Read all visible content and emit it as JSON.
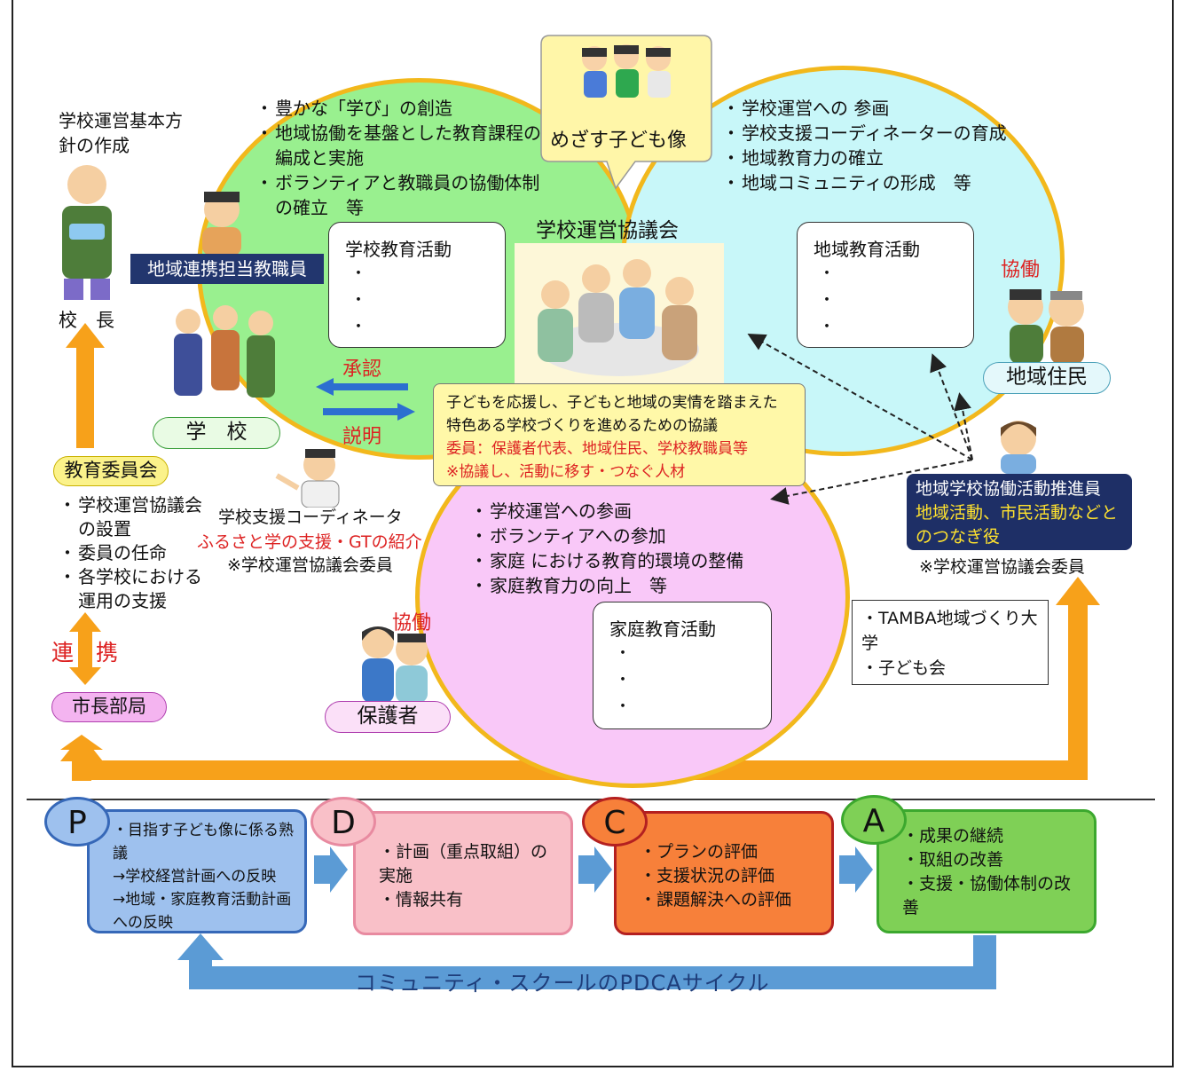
{
  "school_circle": {
    "bullets": [
      "豊かな「学び」の創造",
      "地域協働を基盤とした教育課程の編成と実施",
      "ボランティアと教職員の協働体制の確立　等"
    ],
    "box_title": "学校教育活動",
    "label": "学　校"
  },
  "community_circle": {
    "bullets": [
      "学校運営への 参画",
      "学校支援コーディネーターの育成",
      "地域教育力の確立",
      "地域コミュニティの形成　等"
    ],
    "box_title": "地域教育活動",
    "label": "地域住民",
    "kyodo": "協働"
  },
  "home_circle": {
    "bullets": [
      "学校運営への参画",
      "ボランティアへの参加",
      "家庭 における教育的環境の整備",
      "家庭教育力の向上　等"
    ],
    "box_title": "家庭教育活動",
    "label": "保護者",
    "kyodo": "協働"
  },
  "goal_bubble": "めざす子ども像",
  "council_title": "学校運営協議会",
  "council_desc": {
    "line1": "子どもを応援し、子どもと地域の実情を踏まえた特色ある学校づくりを進めるための協議",
    "line2": "委員：保護者代表、地域住民、学校教職員等",
    "line3": "※協議し、活動に移す・つなぐ人材"
  },
  "principal": {
    "task": "学校運営基本方針の作成",
    "label": "校　長"
  },
  "liaison_staff": "地域連携担当教職員",
  "approval": "承認",
  "explain": "説明",
  "board": {
    "label": "教育委員会",
    "items": [
      "学校運営協議会の設置",
      "委員の任命",
      "各学校における運用の支援"
    ]
  },
  "renkei": "連　携",
  "mayor": "市長部局",
  "coordinator": {
    "title": "学校支援コーディネータ",
    "role": "ふるさと学の支援・GTの紹介",
    "note": "※学校運営協議会委員"
  },
  "promoter": {
    "title": "地域学校協働活動推進員",
    "role": "地域活動、市民活動などとのつなぎ役",
    "note": "※学校運営協議会委員"
  },
  "orgs": [
    "TAMBA地域づくり大学",
    "子ども会"
  ],
  "pdca": {
    "p": {
      "letter": "P",
      "lines": [
        "・目指す子ども像に係る熟議",
        "→学校経営計画への反映",
        "→地域・家庭教育活動計画への反映"
      ]
    },
    "d": {
      "letter": "D",
      "lines": [
        "・計画（重点取組）の実施",
        "・情報共有"
      ]
    },
    "c": {
      "letter": "C",
      "lines": [
        "・プランの評価",
        "・支援状況の評価",
        "・課題解決への評価"
      ]
    },
    "a": {
      "letter": "A",
      "lines": [
        "・成果の継続",
        "・取組の改善",
        "・支援・協働体制の改善"
      ]
    },
    "cycle_label": "コミュニティ・スクールのPDCAサイクル"
  },
  "colors": {
    "circle_border": "#f2b81c",
    "school_fill": "#99f08f",
    "community_fill": "#c8f7f9",
    "home_fill": "#f9c8f8",
    "arrow_orange": "#f7a11a",
    "arrow_blue": "#5b9bd5",
    "accent_red": "#d22222"
  }
}
